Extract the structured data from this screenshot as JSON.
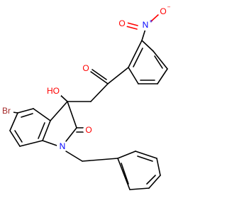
{
  "molecule": {
    "colors": {
      "bond": "#000000",
      "oxygen": "#ff0000",
      "nitrogen": "#0000ff",
      "bromine": "#a52a2a",
      "carbon": "#000000"
    },
    "atoms": {
      "nitro_n": {
        "label": "N",
        "charge": "+",
        "element": "nitrogen"
      },
      "nitro_o_single": {
        "label": "O",
        "charge": "−",
        "element": "oxygen"
      },
      "nitro_o_double": {
        "label": "O",
        "element": "oxygen"
      },
      "ketone_o": {
        "label": "O",
        "element": "oxygen"
      },
      "hydroxyl": {
        "label": "HO",
        "element": "oxygen"
      },
      "bromine": {
        "label": "Br",
        "element": "bromine"
      },
      "lactam_o": {
        "label": "O",
        "element": "oxygen"
      },
      "indoline_n": {
        "label": "N",
        "element": "nitrogen"
      }
    }
  }
}
